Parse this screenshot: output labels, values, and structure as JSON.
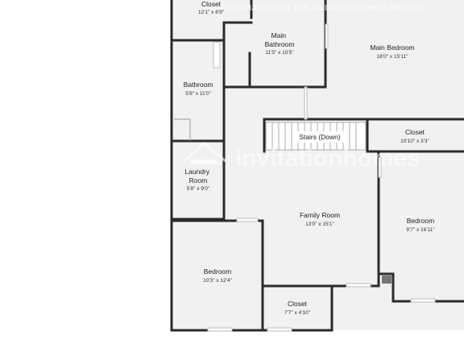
{
  "watermark": {
    "top_text": "APPROXIMATELY ON THE INVITATION HOMES WEBSITE",
    "brand": "invitationhomes"
  },
  "rooms": {
    "closet_top": {
      "name": "Closet",
      "dims": "12'1\" x 6'9\""
    },
    "main_bathroom": {
      "name": "Main Bathroom",
      "dims": "11'5\" x 10'5\""
    },
    "main_bedroom": {
      "name": "Main Bedroom",
      "dims": "18'0\" x 15'11\""
    },
    "bathroom": {
      "name": "Bathroom",
      "dims": "5'8\" x 11'0\""
    },
    "stairs": {
      "name": "Stairs (Down)"
    },
    "closet_right": {
      "name": "Closet",
      "dims": "10'10\" x 3'3\""
    },
    "laundry_room": {
      "name": "Laundry Room",
      "dims": "5'8\" x 9'0\""
    },
    "family_room": {
      "name": "Family Room",
      "dims": "13'0\" x 15'1\""
    },
    "bedroom_right": {
      "name": "Bedroom",
      "dims": "9'7\" x 16'11\""
    },
    "bedroom_left": {
      "name": "Bedroom",
      "dims": "10'3\" x 12'4\""
    },
    "closet_bottom": {
      "name": "Closet",
      "dims": "7'7\" x 4'10\""
    }
  }
}
